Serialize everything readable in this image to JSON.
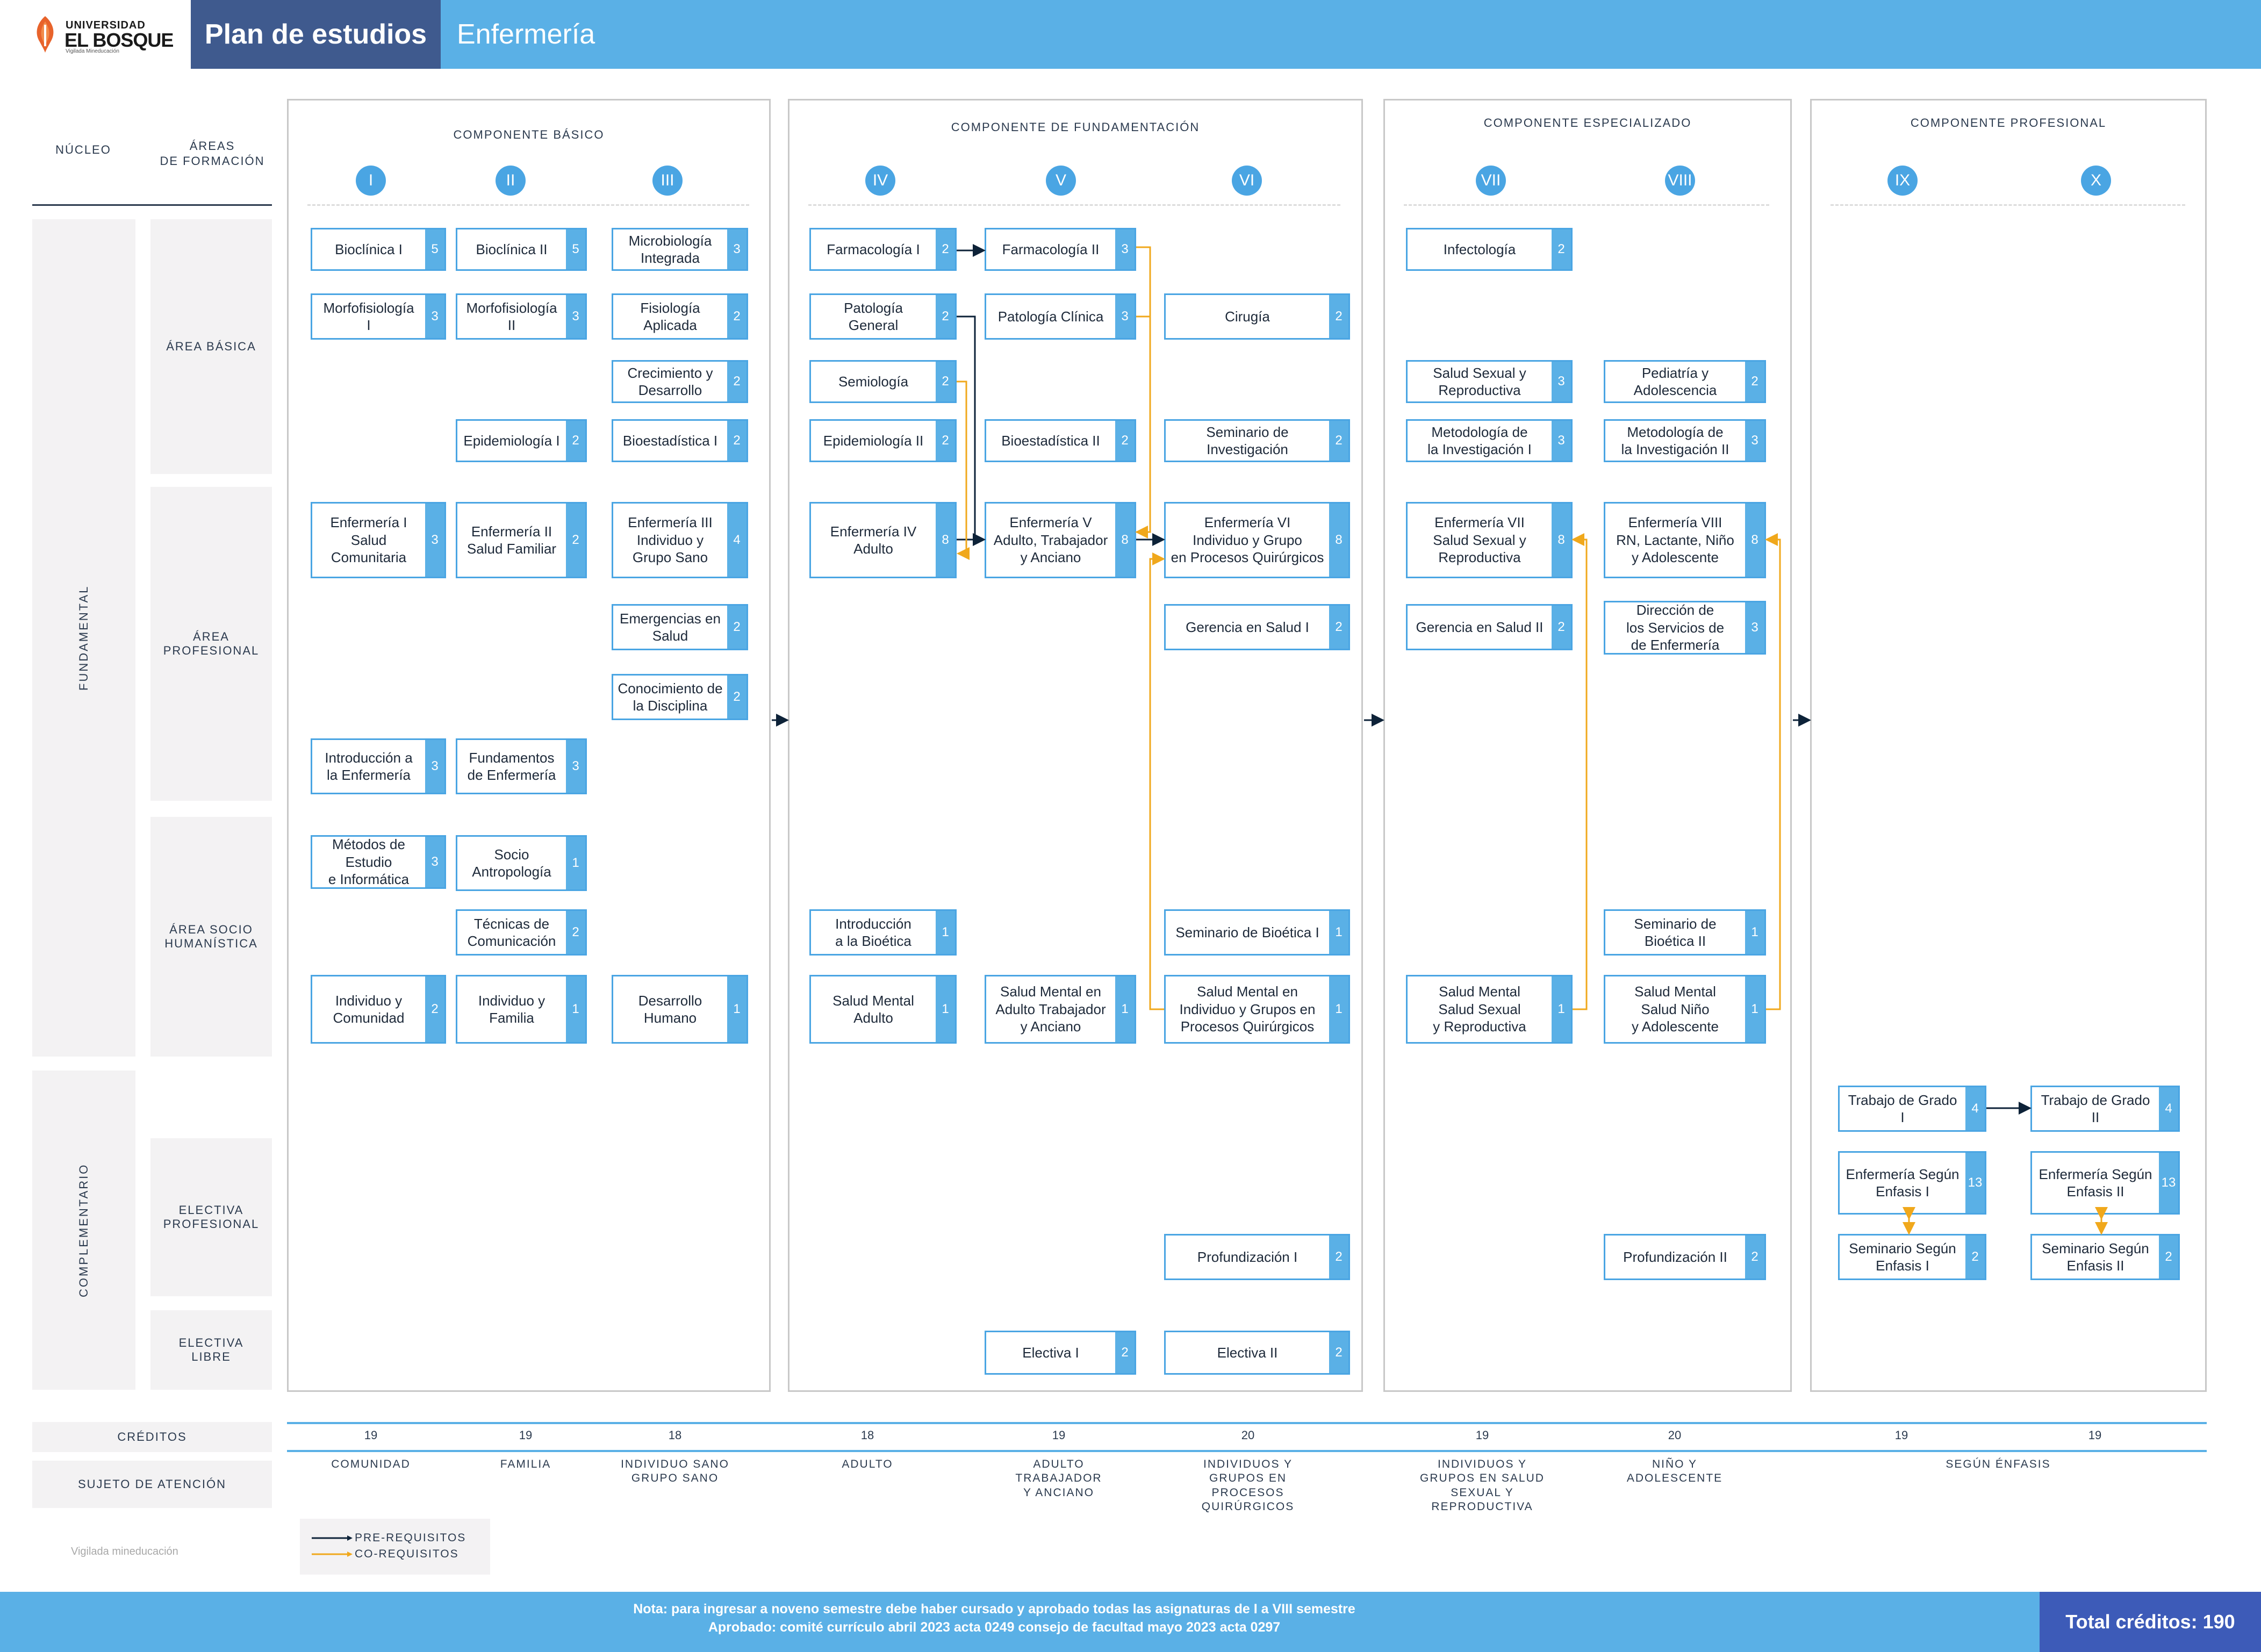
{
  "header": {
    "logo_line1": "UNIVERSIDAD",
    "logo_line2": "EL BOSQUE",
    "logo_line3": "Vigilada Mineducación",
    "title": "Plan de estudios",
    "program": "Enfermería"
  },
  "side": {
    "nucleo": "NÚCLEO",
    "areas": "ÁREAS\nDE FORMACIÓN",
    "fundamental": "FUNDAMENTAL",
    "complementario": "COMPLEMENTARIO",
    "area_basica": "ÁREA BÁSICA",
    "area_profesional": "ÁREA\nPROFESIONAL",
    "area_socio": "ÁREA SOCIO\nHUMANÍSTICA",
    "electiva_profesional": "ELECTIVA\nPROFESIONAL",
    "electiva_libre": "ELECTIVA\nLIBRE"
  },
  "components": {
    "basico": "COMPONENTE BÁSICO",
    "fundamentacion": "COMPONENTE DE FUNDAMENTACIÓN",
    "especializado": "COMPONENTE ESPECIALIZADO",
    "profesional": "COMPONENTE PROFESIONAL"
  },
  "semesters": [
    "I",
    "II",
    "III",
    "IV",
    "V",
    "VI",
    "VII",
    "VIII",
    "IX",
    "X"
  ],
  "courses": {
    "bioclinica1": {
      "name": "Bioclínica I",
      "credits": "5"
    },
    "bioclinica2": {
      "name": "Bioclínica II",
      "credits": "5"
    },
    "microbiologia": {
      "name": "Microbiología\nIntegrada",
      "credits": "3"
    },
    "morfo1": {
      "name": "Morfofisiología\nI",
      "credits": "3"
    },
    "morfo2": {
      "name": "Morfofisiología\nII",
      "credits": "3"
    },
    "fisiologia": {
      "name": "Fisiología\nAplicada",
      "credits": "2"
    },
    "crecimiento": {
      "name": "Crecimiento y\nDesarrollo",
      "credits": "2"
    },
    "epi1": {
      "name": "Epidemiología I",
      "credits": "2"
    },
    "bioest1": {
      "name": "Bioestadística I",
      "credits": "2"
    },
    "enf1": {
      "name": "Enfermería I\nSalud\nComunitaria",
      "credits": "3"
    },
    "enf2": {
      "name": "Enfermería II\nSalud Familiar",
      "credits": "2"
    },
    "enf3": {
      "name": "Enfermería III\nIndividuo y\nGrupo Sano",
      "credits": "4"
    },
    "emergencias": {
      "name": "Emergencias en\nSalud",
      "credits": "2"
    },
    "conocimiento": {
      "name": "Conocimiento de\nla Disciplina",
      "credits": "2"
    },
    "intro_enf": {
      "name": "Introducción a\nla Enfermería",
      "credits": "3"
    },
    "fundamentos": {
      "name": "Fundamentos\nde Enfermería",
      "credits": "3"
    },
    "metodos": {
      "name": "Métodos de\nEstudio\ne Informática",
      "credits": "3"
    },
    "socio": {
      "name": "Socio\nAntropología",
      "credits": "1"
    },
    "tecnicas": {
      "name": "Técnicas de\nComunicación",
      "credits": "2"
    },
    "ind_com": {
      "name": "Individuo y\nComunidad",
      "credits": "2"
    },
    "ind_fam": {
      "name": "Individuo y\nFamilia",
      "credits": "1"
    },
    "des_hum": {
      "name": "Desarrollo\nHumano",
      "credits": "1"
    },
    "farma1": {
      "name": "Farmacología I",
      "credits": "2"
    },
    "farma2": {
      "name": "Farmacología II",
      "credits": "3"
    },
    "pat_gen": {
      "name": "Patología\nGeneral",
      "credits": "2"
    },
    "pat_cli": {
      "name": "Patología Clínica",
      "credits": "3"
    },
    "cirugia": {
      "name": "Cirugía",
      "credits": "2"
    },
    "semiologia": {
      "name": "Semiología",
      "credits": "2"
    },
    "epi2": {
      "name": "Epidemiología II",
      "credits": "2"
    },
    "bioest2": {
      "name": "Bioestadística II",
      "credits": "2"
    },
    "sem_inv": {
      "name": "Seminario de\nInvestigación",
      "credits": "2"
    },
    "enf4": {
      "name": "Enfermería IV\nAdulto",
      "credits": "8"
    },
    "enf5": {
      "name": "Enfermería V\nAdulto, Trabajador\ny Anciano",
      "credits": "8"
    },
    "enf6": {
      "name": "Enfermería VI\nIndividuo y Grupo\nen Procesos Quirúrgicos",
      "credits": "8"
    },
    "gerencia1": {
      "name": "Gerencia en Salud I",
      "credits": "2"
    },
    "intro_bio": {
      "name": "Introducción\na la Bioética",
      "credits": "1"
    },
    "sem_bio1": {
      "name": "Seminario de Bioética I",
      "credits": "1"
    },
    "sm_adulto": {
      "name": "Salud Mental\nAdulto",
      "credits": "1"
    },
    "sm_trab": {
      "name": "Salud Mental en\nAdulto Trabajador\ny Anciano",
      "credits": "1"
    },
    "sm_quir": {
      "name": "Salud Mental en\nIndividuo y Grupos  en\nProcesos Quirúrgicos",
      "credits": "1"
    },
    "prof1": {
      "name": "Profundización I",
      "credits": "2"
    },
    "electiva1": {
      "name": "Electiva I",
      "credits": "2"
    },
    "electiva2": {
      "name": "Electiva II",
      "credits": "2"
    },
    "infecto": {
      "name": "Infectología",
      "credits": "2"
    },
    "ssr": {
      "name": "Salud Sexual y\nReproductiva",
      "credits": "3"
    },
    "pediatria": {
      "name": "Pediatría y\nAdolescencia",
      "credits": "2"
    },
    "met1": {
      "name": "Metodología de\nla Investigación I",
      "credits": "3"
    },
    "met2": {
      "name": "Metodología de\nla Investigación II",
      "credits": "3"
    },
    "enf7": {
      "name": "Enfermería VII\nSalud Sexual y\nReproductiva",
      "credits": "8"
    },
    "enf8": {
      "name": "Enfermería VIII\nRN, Lactante, Niño\ny Adolescente",
      "credits": "8"
    },
    "gerencia2": {
      "name": "Gerencia en Salud II",
      "credits": "2"
    },
    "direccion": {
      "name": "Dirección de\nlos Servicios de\nde Enfermería",
      "credits": "3"
    },
    "sem_bio2": {
      "name": "Seminario de\nBioética II",
      "credits": "1"
    },
    "sm_ssr": {
      "name": "Salud Mental\nSalud Sexual\ny Reproductiva",
      "credits": "1"
    },
    "sm_nino": {
      "name": "Salud Mental\nSalud Niño\ny Adolescente",
      "credits": "1"
    },
    "prof2": {
      "name": "Profundización II",
      "credits": "2"
    },
    "tg1": {
      "name": "Trabajo de Grado\nI",
      "credits": "4"
    },
    "tg2": {
      "name": "Trabajo de Grado\nII",
      "credits": "4"
    },
    "enfasis1": {
      "name": "Enfermería Según\nEnfasis I",
      "credits": "13"
    },
    "enfasis2": {
      "name": "Enfermería Según\nEnfasis II",
      "credits": "13"
    },
    "sem_enf1": {
      "name": "Seminario Según\nEnfasis I",
      "credits": "2"
    },
    "sem_enf2": {
      "name": "Seminario Según\nEnfasis II",
      "credits": "2"
    }
  },
  "creditos": {
    "label": "CRÉDITOS",
    "values": [
      "19",
      "19",
      "18",
      "18",
      "19",
      "20",
      "19",
      "20",
      "19",
      "19"
    ]
  },
  "sujeto": {
    "label": "SUJETO DE ATENCIÓN",
    "values": [
      "COMUNIDAD",
      "FAMILIA",
      "INDIVIDUO SANO\nGRUPO SANO",
      "ADULTO",
      "ADULTO\nTRABAJADOR\nY ANCIANO",
      "INDIVIDUOS Y\nGRUPOS EN\nPROCESOS\nQUIRÚRGICOS",
      "INDIVIDUOS Y\nGRUPOS EN SALUD\nSEXUAL Y\nREPRODUCTIVA",
      "NIÑO Y\nADOLESCENTE",
      "SEGÚN ÉNFASIS"
    ]
  },
  "legend": {
    "pre": "PRE-REQUISITOS",
    "co": "CO-REQUISITOS"
  },
  "vigilada": "Vigilada mineducación",
  "footer": {
    "note": "Nota: para ingresar a noveno semestre debe haber cursado y aprobado todas las asignaturas de I a VIII semestre",
    "approved": "Aprobado: comité currículo  abril 2023 acta 0249 consejo de facultad mayo 2023 acta 0297",
    "total": "Total créditos: 190"
  },
  "colors": {
    "header": "#5ab0e6",
    "title_box": "#3f5a8e",
    "course_border": "#4aa5e3",
    "prerequisite": "#0d2238",
    "corequisite": "#f0a81c",
    "total_box": "#3d5bb8"
  }
}
